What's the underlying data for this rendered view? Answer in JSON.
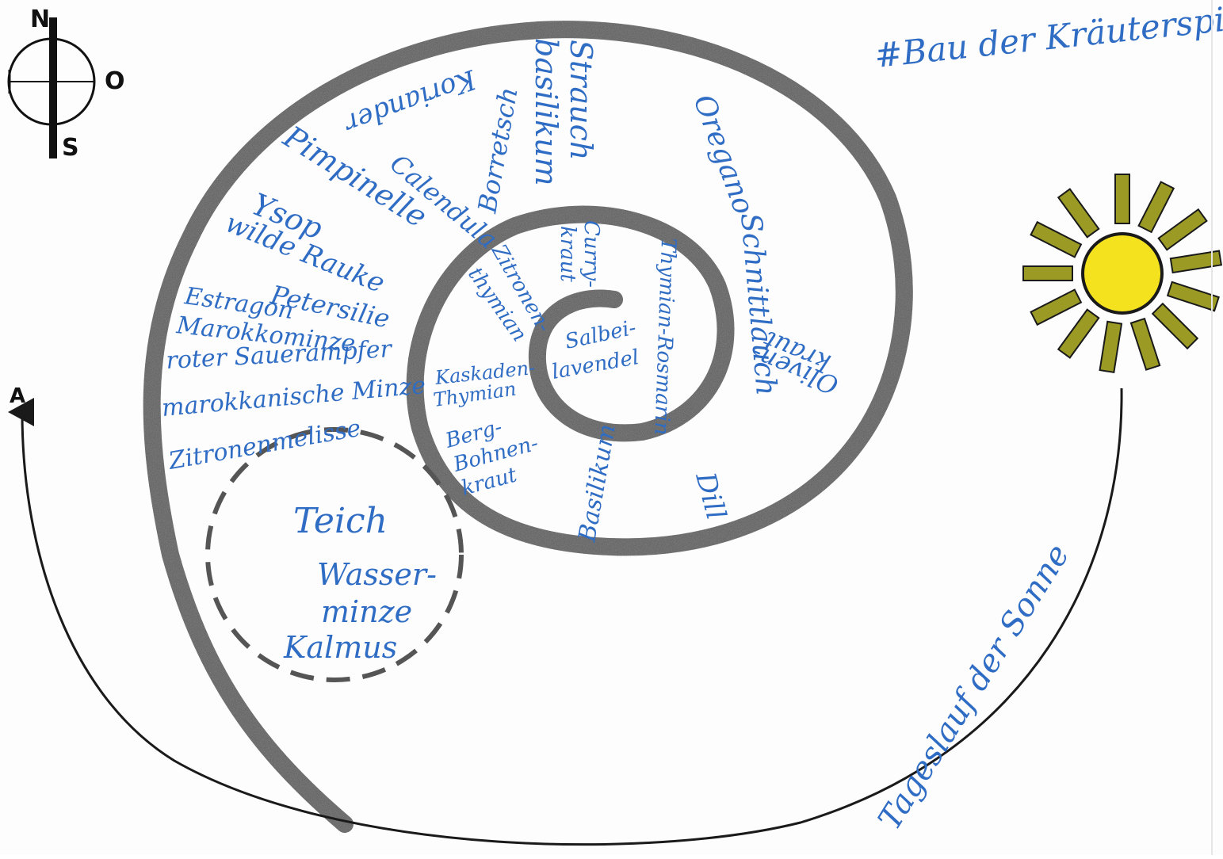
{
  "title": "#Bau der Kräuterspirale",
  "compass": {
    "north": "N",
    "east": "O",
    "south": "S"
  },
  "sun_arrow_label": "A",
  "sun_path_label": "Tageslauf der Sonne",
  "pond": {
    "label": "Teich",
    "plants": [
      "Wasser-",
      "minze",
      "Kalmus"
    ]
  },
  "herbs": {
    "strauch_basilikum": [
      "Strauch",
      "basilikum"
    ],
    "koriander": "Koriander",
    "borretsch": "Borretsch",
    "calendula": "Calendula",
    "oregano": "Oregano",
    "pimpinelle": "Pimpinelle",
    "ysop": "Ysop",
    "wilde_rauke": "wilde Rauke",
    "petersilie": "Petersilie",
    "estragon": "Estragon",
    "marokkominze": "Marokkominze",
    "roter_sauerampfer": "roter Sauerampfer",
    "marokkanische_minze": "marokkanische Minze",
    "zitronenmelisse": "Zitronenmelisse",
    "schnittlauch": "Schnittlauch",
    "olivenkraut": [
      "Oliven-",
      "kraut"
    ],
    "dill": "Dill",
    "basilikum": "Basilikum",
    "curry_kraut": [
      "Curry-",
      "kraut"
    ],
    "thymian_rosmarin": "Thymian-Rosmarin",
    "zitronen_thymian": [
      "Zitronen-",
      "thymian"
    ],
    "salbei_lavendel": [
      "Salbei-",
      "lavendel"
    ],
    "kaskaden_thymian": [
      "Kaskaden-",
      "Thymian"
    ],
    "berg_bohnenkraut": [
      "Berg-",
      "Bohnen-",
      "kraut"
    ]
  },
  "colors": {
    "ink": "#2f6cc4",
    "spiral": "#8a8a8a",
    "sun_fill": "#f4e21e",
    "sun_rays": "#9a9a24",
    "compass": "#111111"
  }
}
